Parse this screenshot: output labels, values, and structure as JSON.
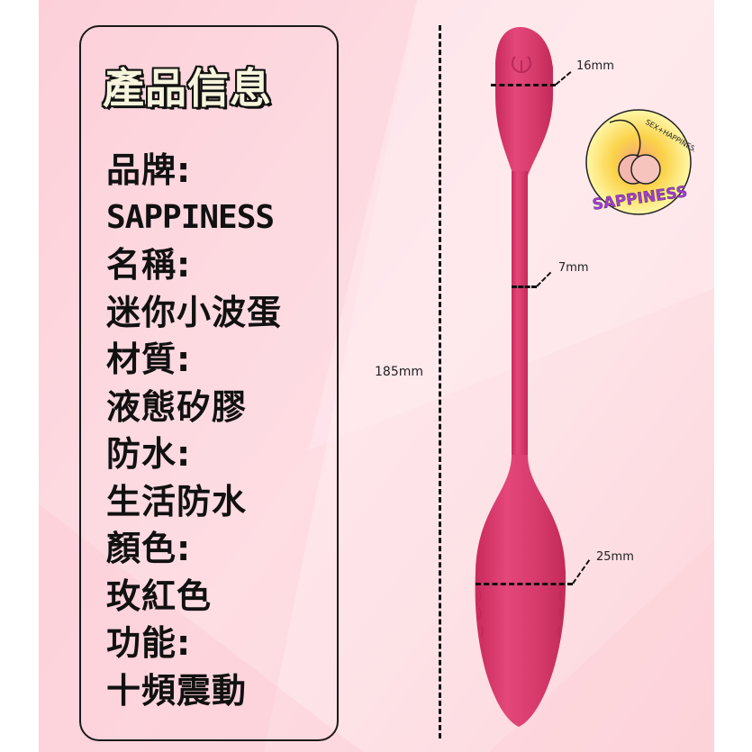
{
  "info": {
    "title": "產品信息",
    "lines": [
      {
        "label": "品牌:",
        "value": "SAPPINESS"
      },
      {
        "label": "名稱:",
        "value": "迷你小波蛋"
      },
      {
        "label": "材質:",
        "value": "液態矽膠"
      },
      {
        "label": "防水:",
        "value": "生活防水"
      },
      {
        "label": "顏色:",
        "value": "玫紅色"
      },
      {
        "label": "功能:",
        "value": "十頻震動"
      }
    ]
  },
  "dimensions": {
    "total_length": "185mm",
    "head_width": "16mm",
    "stem_width": "7mm",
    "egg_width": "25mm"
  },
  "logo": {
    "tagline": "SEX+HAPPINESS",
    "brand": "SAPPINESS"
  },
  "colors": {
    "product": "#dc3a6c",
    "panel_bg": "#fdd9df",
    "text": "#111111"
  }
}
